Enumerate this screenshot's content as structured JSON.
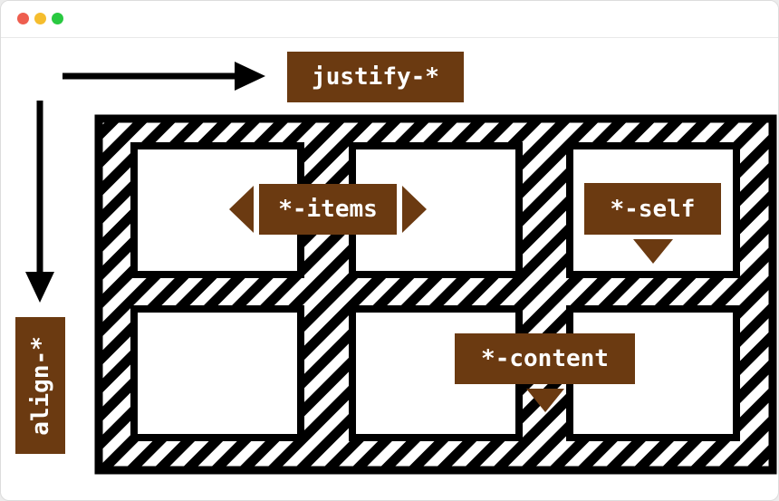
{
  "window": {
    "controls": [
      {
        "name": "close",
        "color": "#ee5e4f"
      },
      {
        "name": "minimize",
        "color": "#f5bd2e"
      },
      {
        "name": "maximize",
        "color": "#29c940"
      }
    ]
  },
  "diagram": {
    "colors": {
      "label_bg": "#6b3a11",
      "label_text": "#ffffff",
      "stroke": "#000000",
      "cell_fill": "#ffffff"
    },
    "labels": {
      "justify": "justify-*",
      "align": "align-*",
      "items": "*-items",
      "self": "*-self",
      "content": "*-content"
    },
    "grid": {
      "rows": 2,
      "columns": 3
    }
  }
}
